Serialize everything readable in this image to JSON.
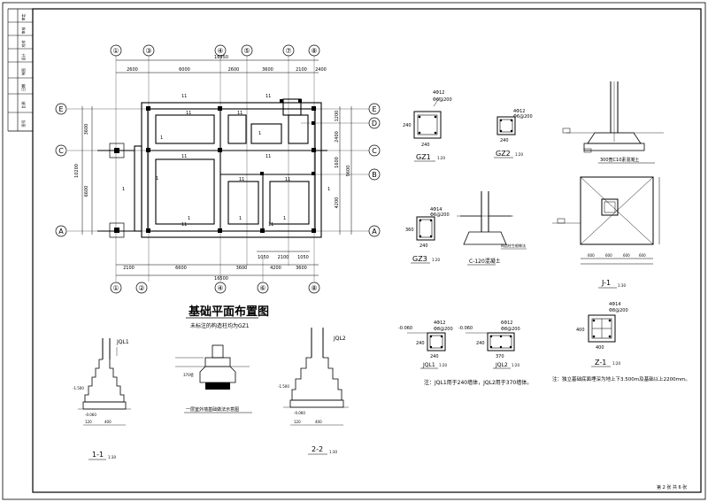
{
  "title_block": [
    "审定",
    "审核",
    "校对",
    "设计",
    "制图",
    "日期",
    "比例",
    "图号"
  ],
  "plan": {
    "title": "基础平面布置图",
    "note": "未标注的构造柱均为GZ1",
    "top_axes": [
      "①",
      "③",
      "④",
      "⑤",
      "⑦",
      "⑧"
    ],
    "bottom_axes": [
      "①",
      "②",
      "④",
      "⑥",
      "⑧"
    ],
    "left_axes": [
      "E",
      "C",
      "A"
    ],
    "right_axes": [
      "E",
      "D",
      "C",
      "B",
      "A"
    ],
    "top_dims": [
      "2600",
      "6000",
      "2600",
      "3600",
      "2100",
      "2400"
    ],
    "top_total": "16950",
    "bottom_dims": [
      "2100",
      "6600",
      "3600",
      "4200",
      "3600"
    ],
    "bottom_sub_dims": [
      "1050",
      "2100",
      "1050"
    ],
    "bottom_total": "16500",
    "left_dims": [
      "3600",
      "6600"
    ],
    "left_total": "10200",
    "right_dims": [
      "1200",
      "2400",
      "1600",
      "4200"
    ],
    "right_total": "9600"
  },
  "sections": {
    "gz1": {
      "label": "GZ1",
      "scale": "1:20",
      "rebar": "4Φ12",
      "stirrup": "Φ6@200",
      "size": "240",
      "height": "240"
    },
    "gz2": {
      "label": "GZ2",
      "scale": "1:20",
      "rebar": "4Φ12",
      "stirrup": "Φ6@200",
      "size": "240"
    },
    "gz3": {
      "label": "GZ3",
      "scale": "1:20",
      "rebar": "4Φ14",
      "stirrup": "Φ6@200",
      "size": "240",
      "height": "360"
    },
    "detail": {
      "label": "C-120混凝土",
      "note": "构造柱生根做法"
    },
    "foot_top": {
      "label": "300宽C10素混凝土"
    },
    "j1": {
      "label": "J-1",
      "scale": "1:30",
      "dims": [
        "600",
        "600",
        "600",
        "600"
      ]
    },
    "s11": {
      "label": "1-1",
      "scale": "1:30",
      "dims": [
        "120",
        "400"
      ],
      "beam": "JQL1",
      "elev": "-0.060",
      "base": "-1.500"
    },
    "wall": {
      "caption": "一层室外墙基础做法示意图",
      "label": "370墙"
    },
    "s22": {
      "label": "2-2",
      "scale": "1:30",
      "dims": [
        "120",
        "400"
      ],
      "beam": "JQL2",
      "elev": "-0.060",
      "base": "-1.500"
    },
    "jql1": {
      "label": "JQL1",
      "scale": "1:20",
      "elev": "-0.060",
      "rebar": "4Φ12",
      "stirrup": "Φ8@200",
      "width": "240",
      "height": "240"
    },
    "jql2": {
      "label": "JQL2",
      "scale": "1:20",
      "elev": "-0.060",
      "rebar": "6Φ12",
      "stirrup": "Φ8@200",
      "width": "370",
      "height": "240"
    },
    "z1": {
      "label": "Z-1",
      "scale": "1:20",
      "rebar": "4Φ14",
      "stirrup": "Φ8@200",
      "size": "400"
    }
  },
  "notes": {
    "note1": "注：JQL1用于240墙体，JQL2用于370墙体。",
    "note2": "注：独立基础底面埋深为地上下3.500m及基础以上2200mm。"
  },
  "page_footer": "第 2 张 共 6 张"
}
